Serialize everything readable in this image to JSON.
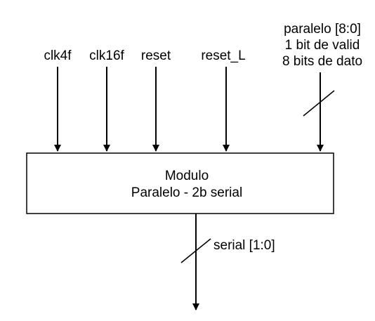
{
  "inputs": [
    {
      "id": "clk4f",
      "label": "clk4f"
    },
    {
      "id": "clk16f",
      "label": "clk16f"
    },
    {
      "id": "reset",
      "label": "reset"
    },
    {
      "id": "reset_L",
      "label": "reset_L"
    }
  ],
  "bus_input": {
    "lines": [
      "paralelo [8:0]",
      "1 bit de valid",
      "8 bits de dato"
    ]
  },
  "module": {
    "line1": "Modulo",
    "line2": "Paralelo - 2b serial"
  },
  "bus_output": {
    "label": "serial [1:0]"
  }
}
